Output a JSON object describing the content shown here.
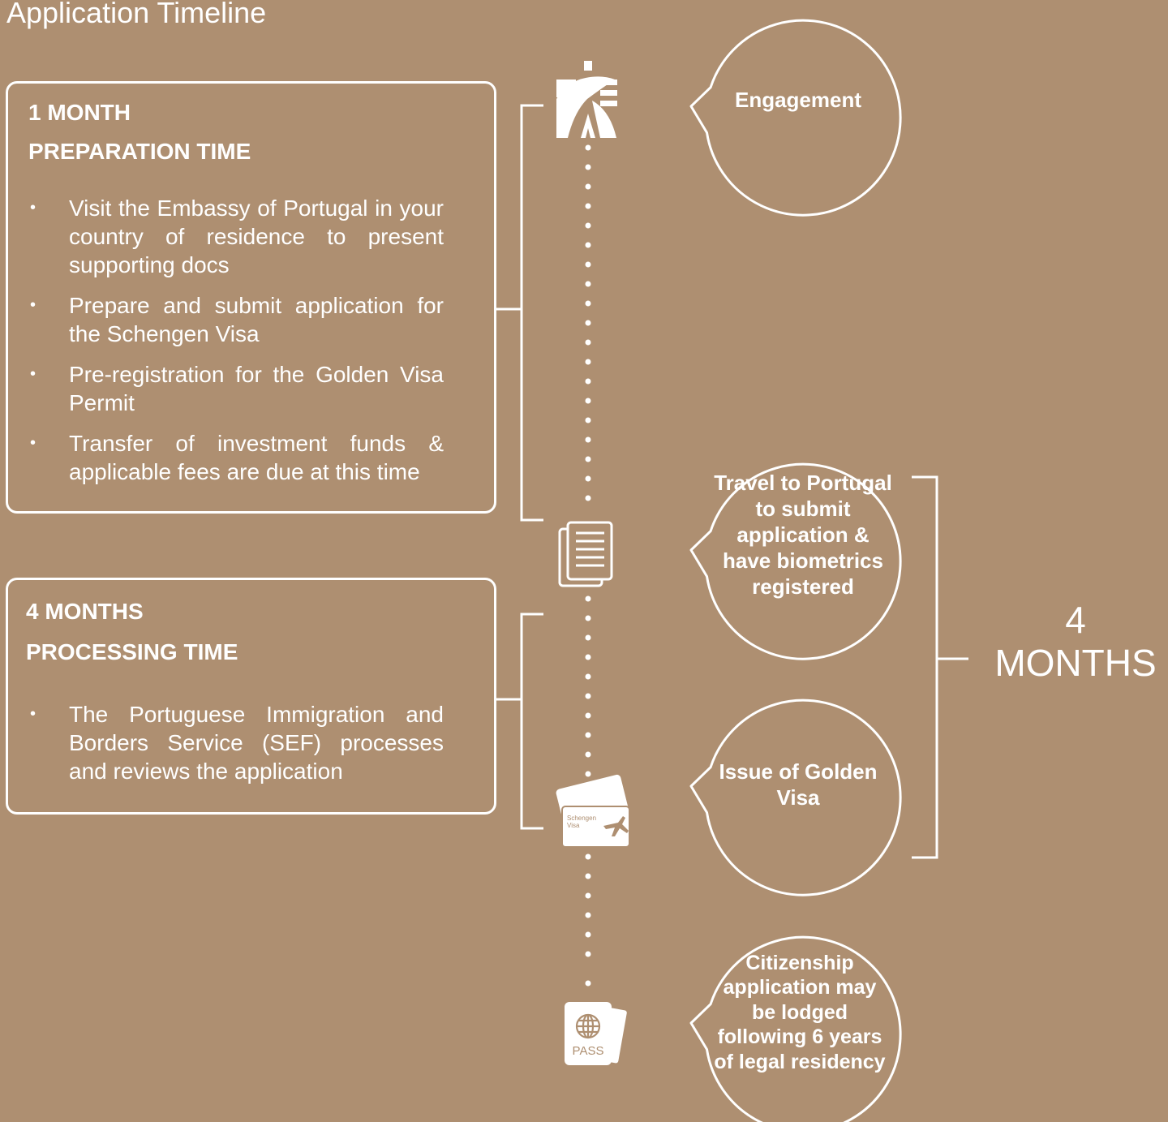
{
  "title": "Application Timeline",
  "preparation": {
    "duration": "1 MONTH",
    "heading": "PREPARATION TIME",
    "items": [
      "Visit the Embassy of Portugal in your country of residence to present supporting docs",
      "Prepare and submit application for the Schengen Visa",
      "Pre-registration for the Golden Visa Permit",
      "Transfer of investment funds & applicable fees are due at this time"
    ]
  },
  "processing": {
    "duration": "4 MONTHS",
    "heading": "PROCESSING TIME",
    "items": [
      "The Portuguese Immigration and Borders Service (SEF) processes and reviews the application"
    ]
  },
  "steps": [
    {
      "label": "Engagement",
      "icon": "logo-icon"
    },
    {
      "label": "Travel to Portugal to submit application & have biometrics registered",
      "icon": "documents-icon"
    },
    {
      "label": "Issue of Golden Visa",
      "icon": "visa-card-icon"
    },
    {
      "label": "Citizenship application may be lodged following 6 years of legal residency",
      "icon": "passport-icon"
    }
  ],
  "visa_card": {
    "line1": "Schengen",
    "line2": "Visa"
  },
  "passport": {
    "label": "PASS"
  },
  "bracket_label": {
    "number": "4",
    "unit": "MONTHS"
  },
  "colors": {
    "background": "#ae8f71",
    "foreground": "#ffffff"
  }
}
